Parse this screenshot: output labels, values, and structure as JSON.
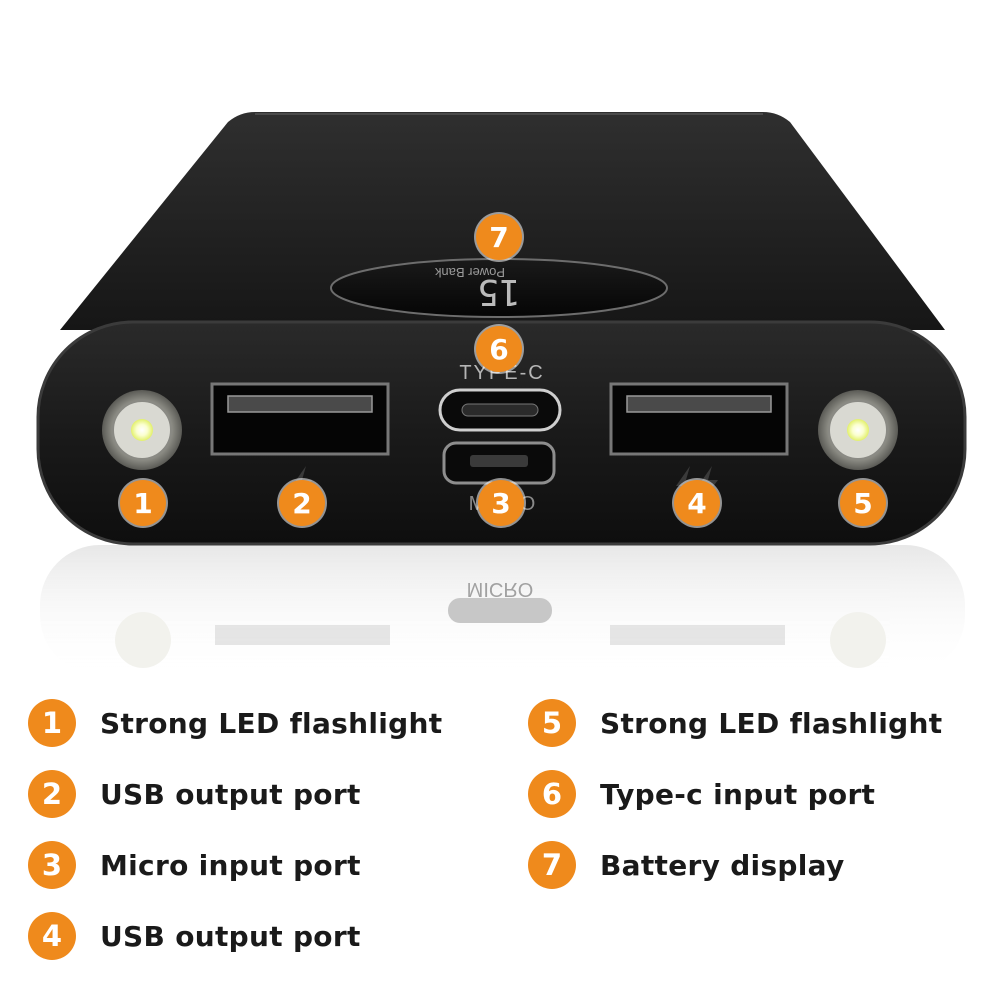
{
  "device": {
    "display_text": "15",
    "display_label": "Power Bank",
    "typec_label": "TYPE-C",
    "micro_label": "MICRO"
  },
  "callouts": [
    "1",
    "2",
    "3",
    "4",
    "5",
    "6",
    "7"
  ],
  "legend": [
    {
      "number": "1",
      "label": "Strong LED flashlight"
    },
    {
      "number": "2",
      "label": "USB output port"
    },
    {
      "number": "3",
      "label": "Micro input port"
    },
    {
      "number": "4",
      "label": "USB output port"
    },
    {
      "number": "5",
      "label": "Strong LED flashlight"
    },
    {
      "number": "6",
      "label": "Type-c input port"
    },
    {
      "number": "7",
      "label": "Battery display"
    }
  ],
  "colors": {
    "badge": "#ef8a1c",
    "body": "#222222",
    "text": "#1a1a1a"
  },
  "icons": [
    "lightning-icon",
    "double-lightning-icon"
  ]
}
